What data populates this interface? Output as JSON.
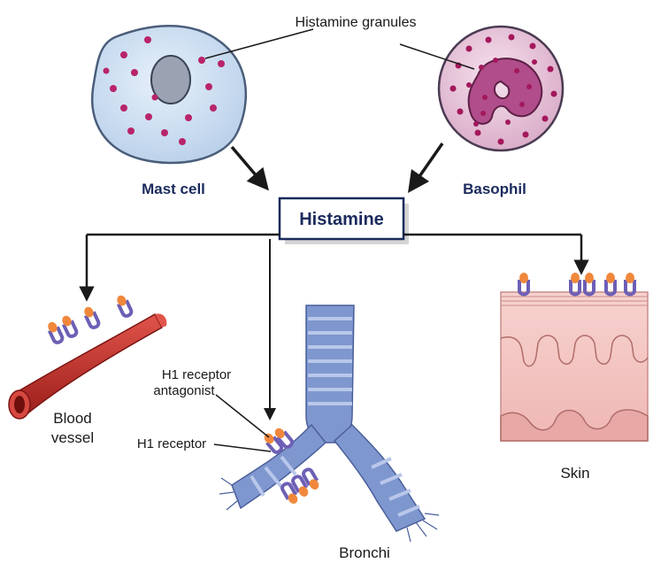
{
  "labels": {
    "granules": "Histamine granules",
    "mast_cell": "Mast cell",
    "basophil": "Basophil",
    "histamine": "Histamine",
    "blood": "Blood",
    "vessel": "vessel",
    "h1_antagonist_line1": "H1 receptor",
    "h1_antagonist_line2": "antagonist",
    "h1_receptor": "H1 receptor",
    "bronchi": "Bronchi",
    "skin": "Skin"
  },
  "colors": {
    "mast_cell_fill": "#cfe0f2",
    "granule": "#b8246a",
    "basophil_fill": "#eac8dc",
    "vessel": "#c9302a",
    "bronchi": "#7f97cf",
    "skin": "#f4c6c4",
    "receptor_purple": "#6d5fb5",
    "receptor_orange": "#f0883c",
    "box_border": "#1a2a5c"
  }
}
